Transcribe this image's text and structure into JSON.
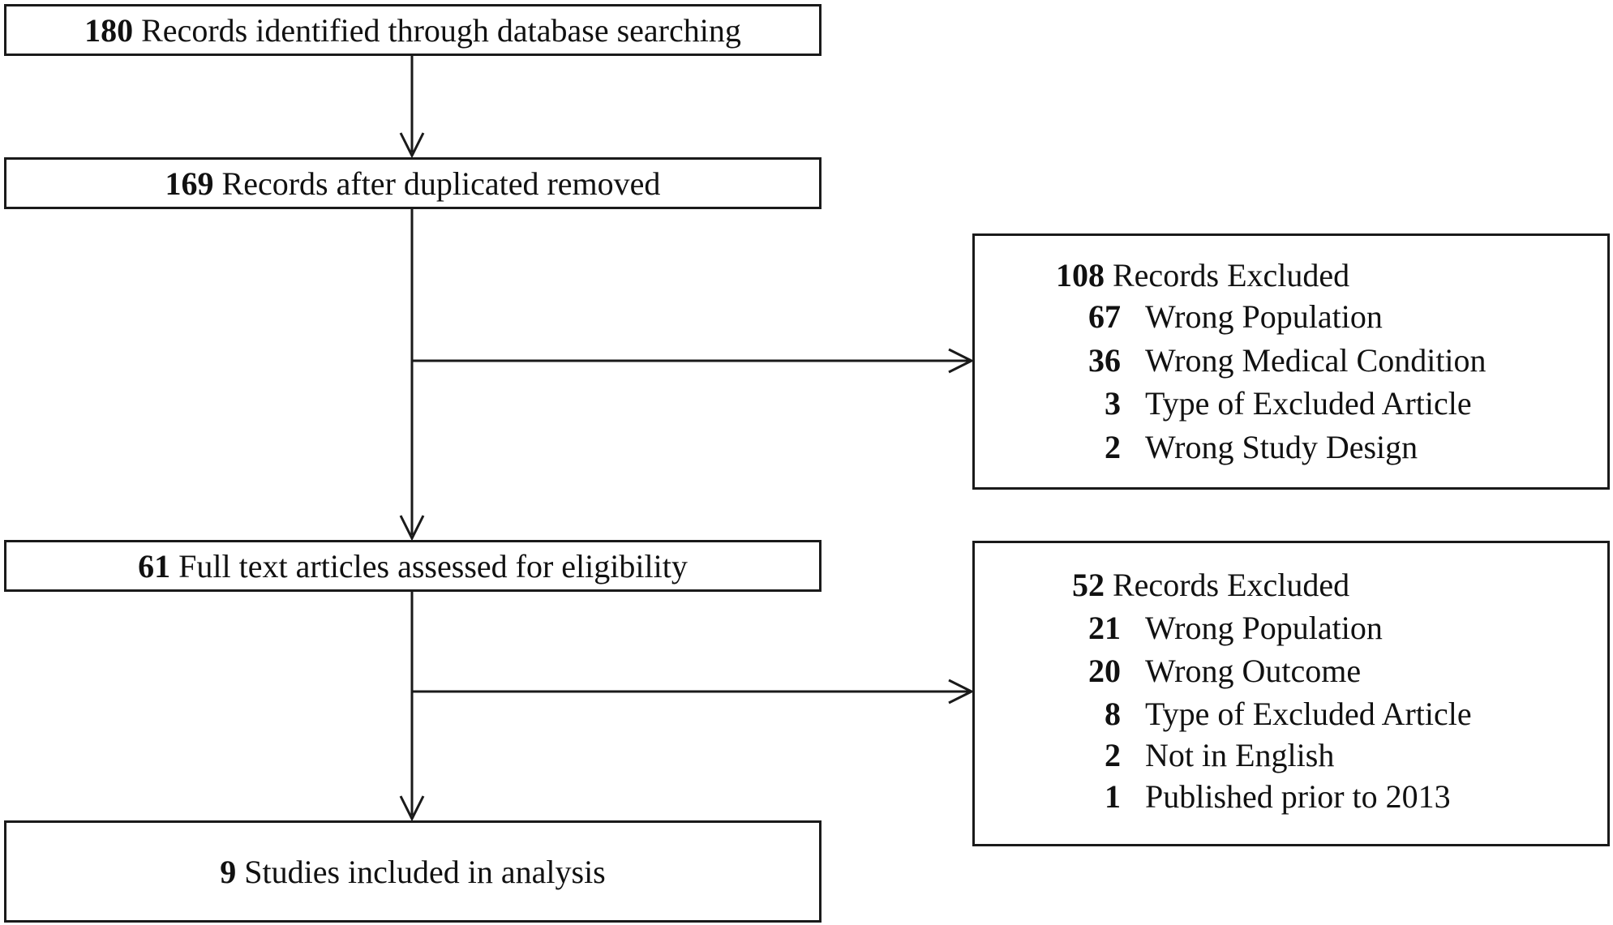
{
  "flow": {
    "identified": {
      "count": "180",
      "text": "Records identified through database searching"
    },
    "deduplicated": {
      "count": "169",
      "text": "Records after duplicated removed"
    },
    "fulltext": {
      "count": "61",
      "text": "Full text articles assessed for eligibility"
    },
    "included": {
      "count": "9",
      "text": "Studies included in analysis"
    }
  },
  "exclusion_1": {
    "count": "108",
    "text": "Records Excluded",
    "items": [
      {
        "count": "67",
        "reason": "Wrong Population"
      },
      {
        "count": "36",
        "reason": "Wrong Medical Condition"
      },
      {
        "count": "3",
        "reason": "Type of Excluded Article"
      },
      {
        "count": "2",
        "reason": "Wrong Study Design"
      }
    ]
  },
  "exclusion_2": {
    "count": "52",
    "text": "Records Excluded",
    "items": [
      {
        "count": "21",
        "reason": "Wrong Population"
      },
      {
        "count": "20",
        "reason": "Wrong Outcome"
      },
      {
        "count": "8",
        "reason": "Type of Excluded Article"
      },
      {
        "count": "2",
        "reason": "Not in English"
      },
      {
        "count": "1",
        "reason": "Published prior to 2013"
      }
    ]
  }
}
